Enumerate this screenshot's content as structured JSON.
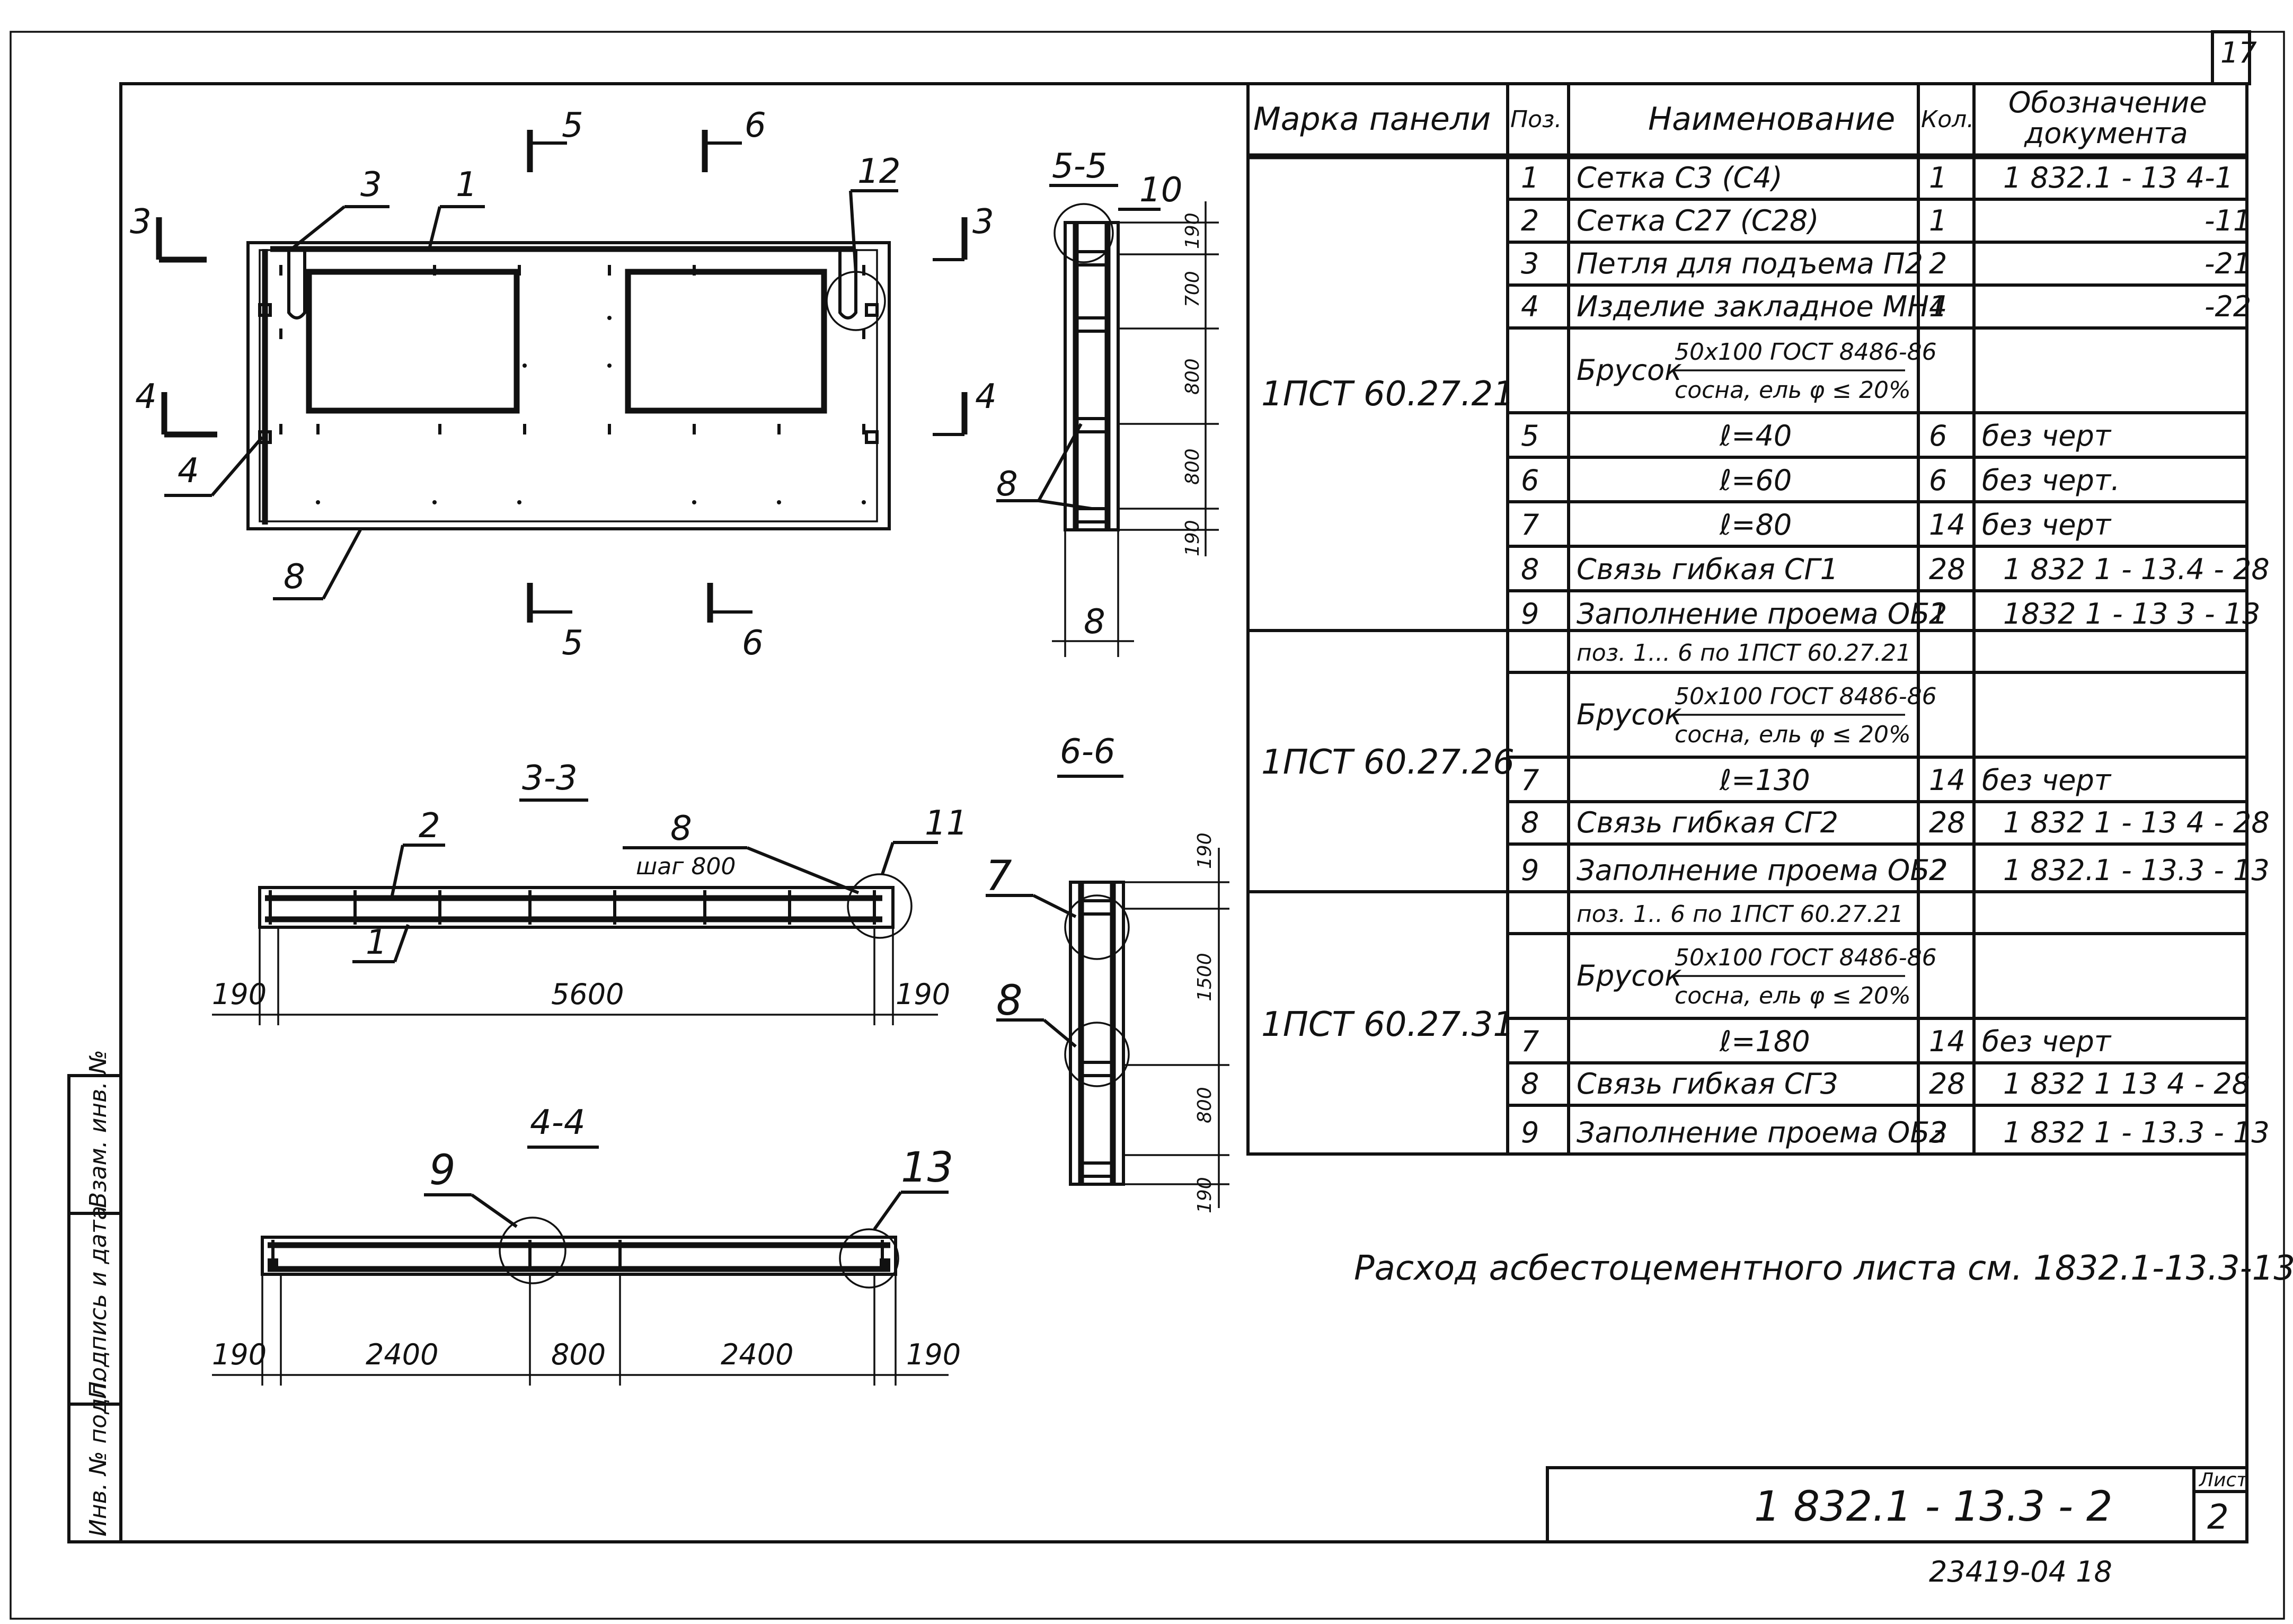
{
  "sheet_number_corner": "17",
  "drawing": {
    "elevation": {
      "callouts": {
        "c3": "3",
        "c1": "1",
        "c12": "12",
        "c4": "4",
        "c8": "8"
      },
      "section_marks": {
        "s5_top": "5",
        "s6_top": "6",
        "s5_bottom": "5",
        "s6_bottom": "6",
        "s3_left": "3",
        "s3_right": "3",
        "s4_left": "4",
        "s4_right": "4"
      }
    },
    "section_55": {
      "title": "5-5",
      "callouts": {
        "c10": "10",
        "c8": "8"
      },
      "dims": [
        "190",
        "700",
        "800",
        "800",
        "190"
      ],
      "width_label": "8"
    },
    "section_66": {
      "title": "6-6",
      "callouts": {
        "c7": "7",
        "c8": "8"
      },
      "dims": [
        "190",
        "1500",
        "800",
        "190"
      ]
    },
    "section_33": {
      "title": "3-3",
      "callouts": {
        "c2": "2",
        "c1": "1",
        "c8": "8",
        "c8_note": "шаг 800",
        "c11": "11"
      },
      "dims": [
        "190",
        "5600",
        "190"
      ]
    },
    "section_44": {
      "title": "4-4",
      "callouts": {
        "c9": "9",
        "c13": "13"
      },
      "dims": [
        "190",
        "2400",
        "800",
        "2400",
        "190"
      ]
    }
  },
  "spec_table": {
    "headers": {
      "mark": "Марка панели",
      "pos": "Поз.",
      "name": "Наименование",
      "qty": "Кол.",
      "doc_line1": "Обозначение",
      "doc_line2": "документа"
    },
    "groups": [
      {
        "mark": "1ПСТ 60.27.21",
        "rows": [
          {
            "pos": "1",
            "name": "Сетка С3 (С4)",
            "qty": "1",
            "doc": "1 832.1 - 13 4-1"
          },
          {
            "pos": "2",
            "name": "Сетка С27 (С28)",
            "qty": "1",
            "doc": "-11"
          },
          {
            "pos": "3",
            "name": "Петля для подъема П2",
            "qty": "2",
            "doc": "-21"
          },
          {
            "pos": "4",
            "name": "Изделие закладное МН1",
            "qty": "4",
            "doc": "-22"
          },
          {
            "pos": "",
            "name_prefix": "Брусок",
            "name_top": "50x100 ГОСТ 8486-86",
            "name_bottom": "сосна, ель φ ≤ 20%",
            "qty": "",
            "doc": ""
          },
          {
            "pos": "5",
            "name": "ℓ=40",
            "qty": "6",
            "doc": "без черт"
          },
          {
            "pos": "6",
            "name": "ℓ=60",
            "qty": "6",
            "doc": "без черт."
          },
          {
            "pos": "7",
            "name": "ℓ=80",
            "qty": "14",
            "doc": "без черт"
          },
          {
            "pos": "8",
            "name": "Связь гибкая СГ1",
            "qty": "28",
            "doc": "1 832 1 - 13.4 - 28"
          },
          {
            "pos": "9",
            "name": "Заполнение проема ОБ1",
            "qty": "2",
            "doc": "1832 1 - 13 3 - 13"
          }
        ]
      },
      {
        "mark": "1ПСТ 60.27.26",
        "rows": [
          {
            "pos": "",
            "name": "поз. 1... 6 по 1ПСТ 60.27.21",
            "qty": "",
            "doc": ""
          },
          {
            "pos": "",
            "name_prefix": "Брусок",
            "name_top": "50x100 ГОСТ 8486-86",
            "name_bottom": "сосна, ель φ ≤ 20%",
            "qty": "",
            "doc": ""
          },
          {
            "pos": "7",
            "name": "ℓ=130",
            "qty": "14",
            "doc": "без черт"
          },
          {
            "pos": "8",
            "name": "Связь гибкая СГ2",
            "qty": "28",
            "doc": "1 832 1 - 13 4 - 28"
          },
          {
            "pos": "9",
            "name": "Заполнение проема ОБ2",
            "qty": "2",
            "doc": "1 832.1 - 13.3 - 13"
          }
        ]
      },
      {
        "mark": "1ПСТ 60.27.31",
        "rows": [
          {
            "pos": "",
            "name": "поз. 1.. 6 по 1ПСТ 60.27.21",
            "qty": "",
            "doc": ""
          },
          {
            "pos": "",
            "name_prefix": "Брусок",
            "name_top": "50x100 ГОСТ 8486-86",
            "name_bottom": "сосна, ель φ ≤ 20%",
            "qty": "",
            "doc": ""
          },
          {
            "pos": "7",
            "name": "ℓ=180",
            "qty": "14",
            "doc": "без черт"
          },
          {
            "pos": "8",
            "name": "Связь гибкая СГ3",
            "qty": "28",
            "doc": "1 832 1 13 4 - 28"
          },
          {
            "pos": "9",
            "name": "Заполнение проема ОБ3",
            "qty": "2",
            "doc": "1 832 1 - 13.3 - 13"
          }
        ]
      }
    ]
  },
  "note": "Расход асбестоцементного листа см. 1832.1-13.3-13.",
  "title_block": {
    "code": "1 832.1 - 13.3 - 2",
    "sheet_label": "Лист",
    "sheet_number": "2"
  },
  "stamp": "23419-04   18",
  "side_stamp": {
    "inv_orig": "Инв. № подл.",
    "sign_date": "Подпись и дата",
    "replace_inv": "Взам. инв. №"
  }
}
